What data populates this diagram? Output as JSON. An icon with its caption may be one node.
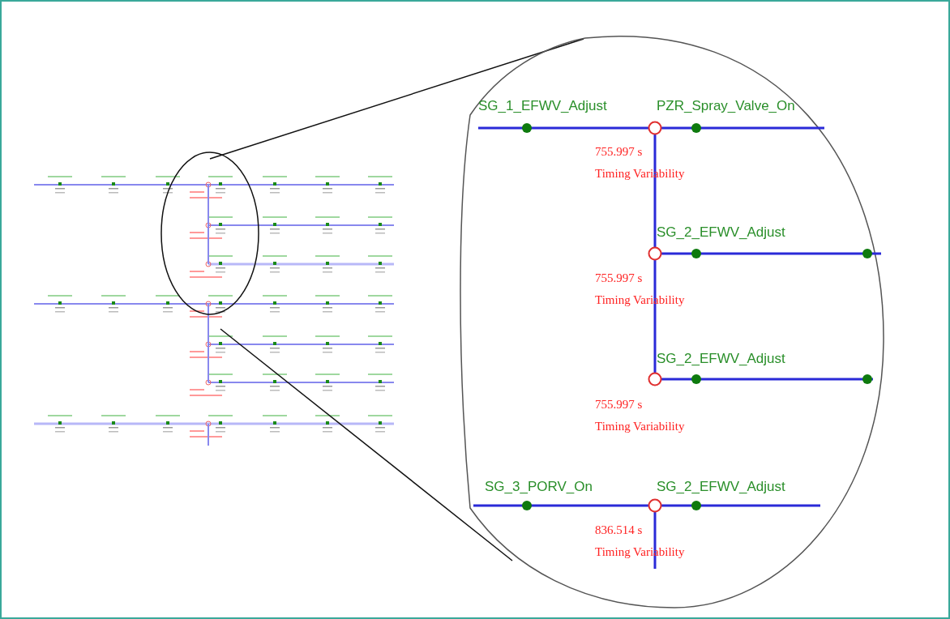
{
  "diagram": {
    "labels": [
      "SG_1_EFWV_Adjust",
      "PZR_Spray_Valve_On",
      "755.997 s",
      "Timing Variability",
      "SG_2_EFWV_Adjust",
      "755.997 s",
      "Timing Variability",
      "SG_2_EFWV_Adjust",
      "755.997 s",
      "Timing Variability",
      "SG_3_PORV_On",
      "SG_2_EFWV_Adjust",
      "836.514 s",
      "Timing Variability"
    ]
  }
}
